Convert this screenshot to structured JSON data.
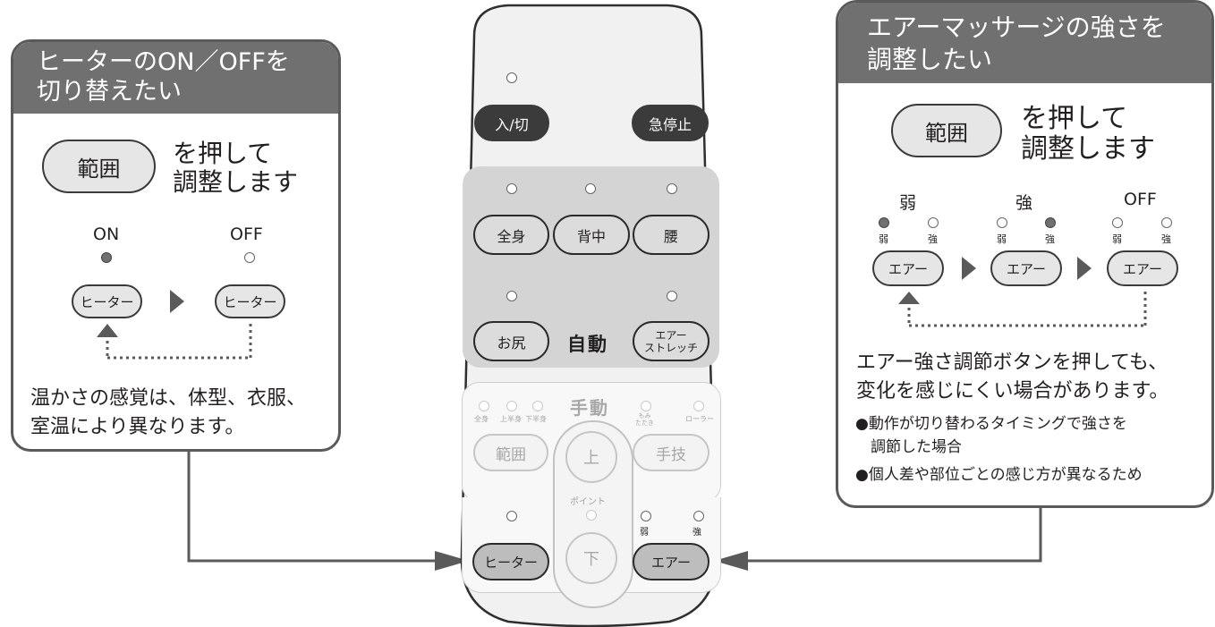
{
  "left_panel": {
    "title": "ヒーターのON／OFFを\n切り替えたい",
    "button": "範囲",
    "instruction": "を押して\n調整します",
    "state_on": "ON",
    "state_off": "OFF",
    "heater_button": "ヒーター",
    "note": "温かさの感覚は、体型、衣服、\n室温により異なります。"
  },
  "right_panel": {
    "title": "エアーマッサージの強さを\n調整したい",
    "button": "範囲",
    "instruction": "を押して\n調整します",
    "levels": [
      "弱",
      "強",
      "OFF"
    ],
    "led_weak": "弱",
    "led_strong": "強",
    "air_button": "エアー",
    "note": "エアー強さ調節ボタンを押しても、\n変化を感じにくい場合があります。",
    "bullets": [
      "●動作が切り替わるタイミングで強さを\n　調節した場合",
      "●個人差や部位ごとの感じ方が異なるため"
    ]
  },
  "remote": {
    "power": "入/切",
    "emergency_stop": "急停止",
    "auto_buttons": [
      "全身",
      "背中",
      "腰",
      "お尻"
    ],
    "auto_label": "自動",
    "air_stretch": "エアー\nストレッチ",
    "manual_label": "手動",
    "manual_leds": [
      "全身",
      "上半身",
      "下半身"
    ],
    "momi_tataki": "もみ\nたたき",
    "roller": "ローラー",
    "range": "範囲",
    "up": "上",
    "down": "下",
    "technique": "手技",
    "point": "ポイント",
    "heater": "ヒーター",
    "air": "エアー",
    "weak": "弱",
    "strong": "強"
  }
}
